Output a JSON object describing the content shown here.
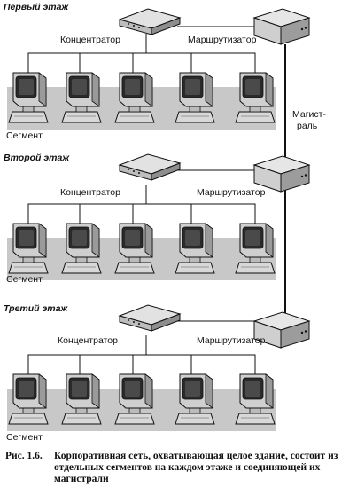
{
  "floors": [
    {
      "title": "Первый этаж",
      "hub_label": "Концентратор",
      "router_label": "Маршрутизатор",
      "segment_label": "Сегмент",
      "pc_count": 5
    },
    {
      "title": "Второй этаж",
      "hub_label": "Концентратор",
      "router_label": "Маршрутизатор",
      "segment_label": "Сегмент",
      "pc_count": 5
    },
    {
      "title": "Третий этаж",
      "hub_label": "Концентратор",
      "router_label": "Маршрутизатор",
      "segment_label": "Сегмент",
      "pc_count": 5
    }
  ],
  "backbone_label": [
    "Магист-",
    "раль"
  ],
  "caption": {
    "number": "Рис. 1.6.",
    "text": "Корпоративная сеть, охватывающая целое здание, состоит из отдельных сегментов на каждом этаже и соединяющей их магистрали"
  }
}
